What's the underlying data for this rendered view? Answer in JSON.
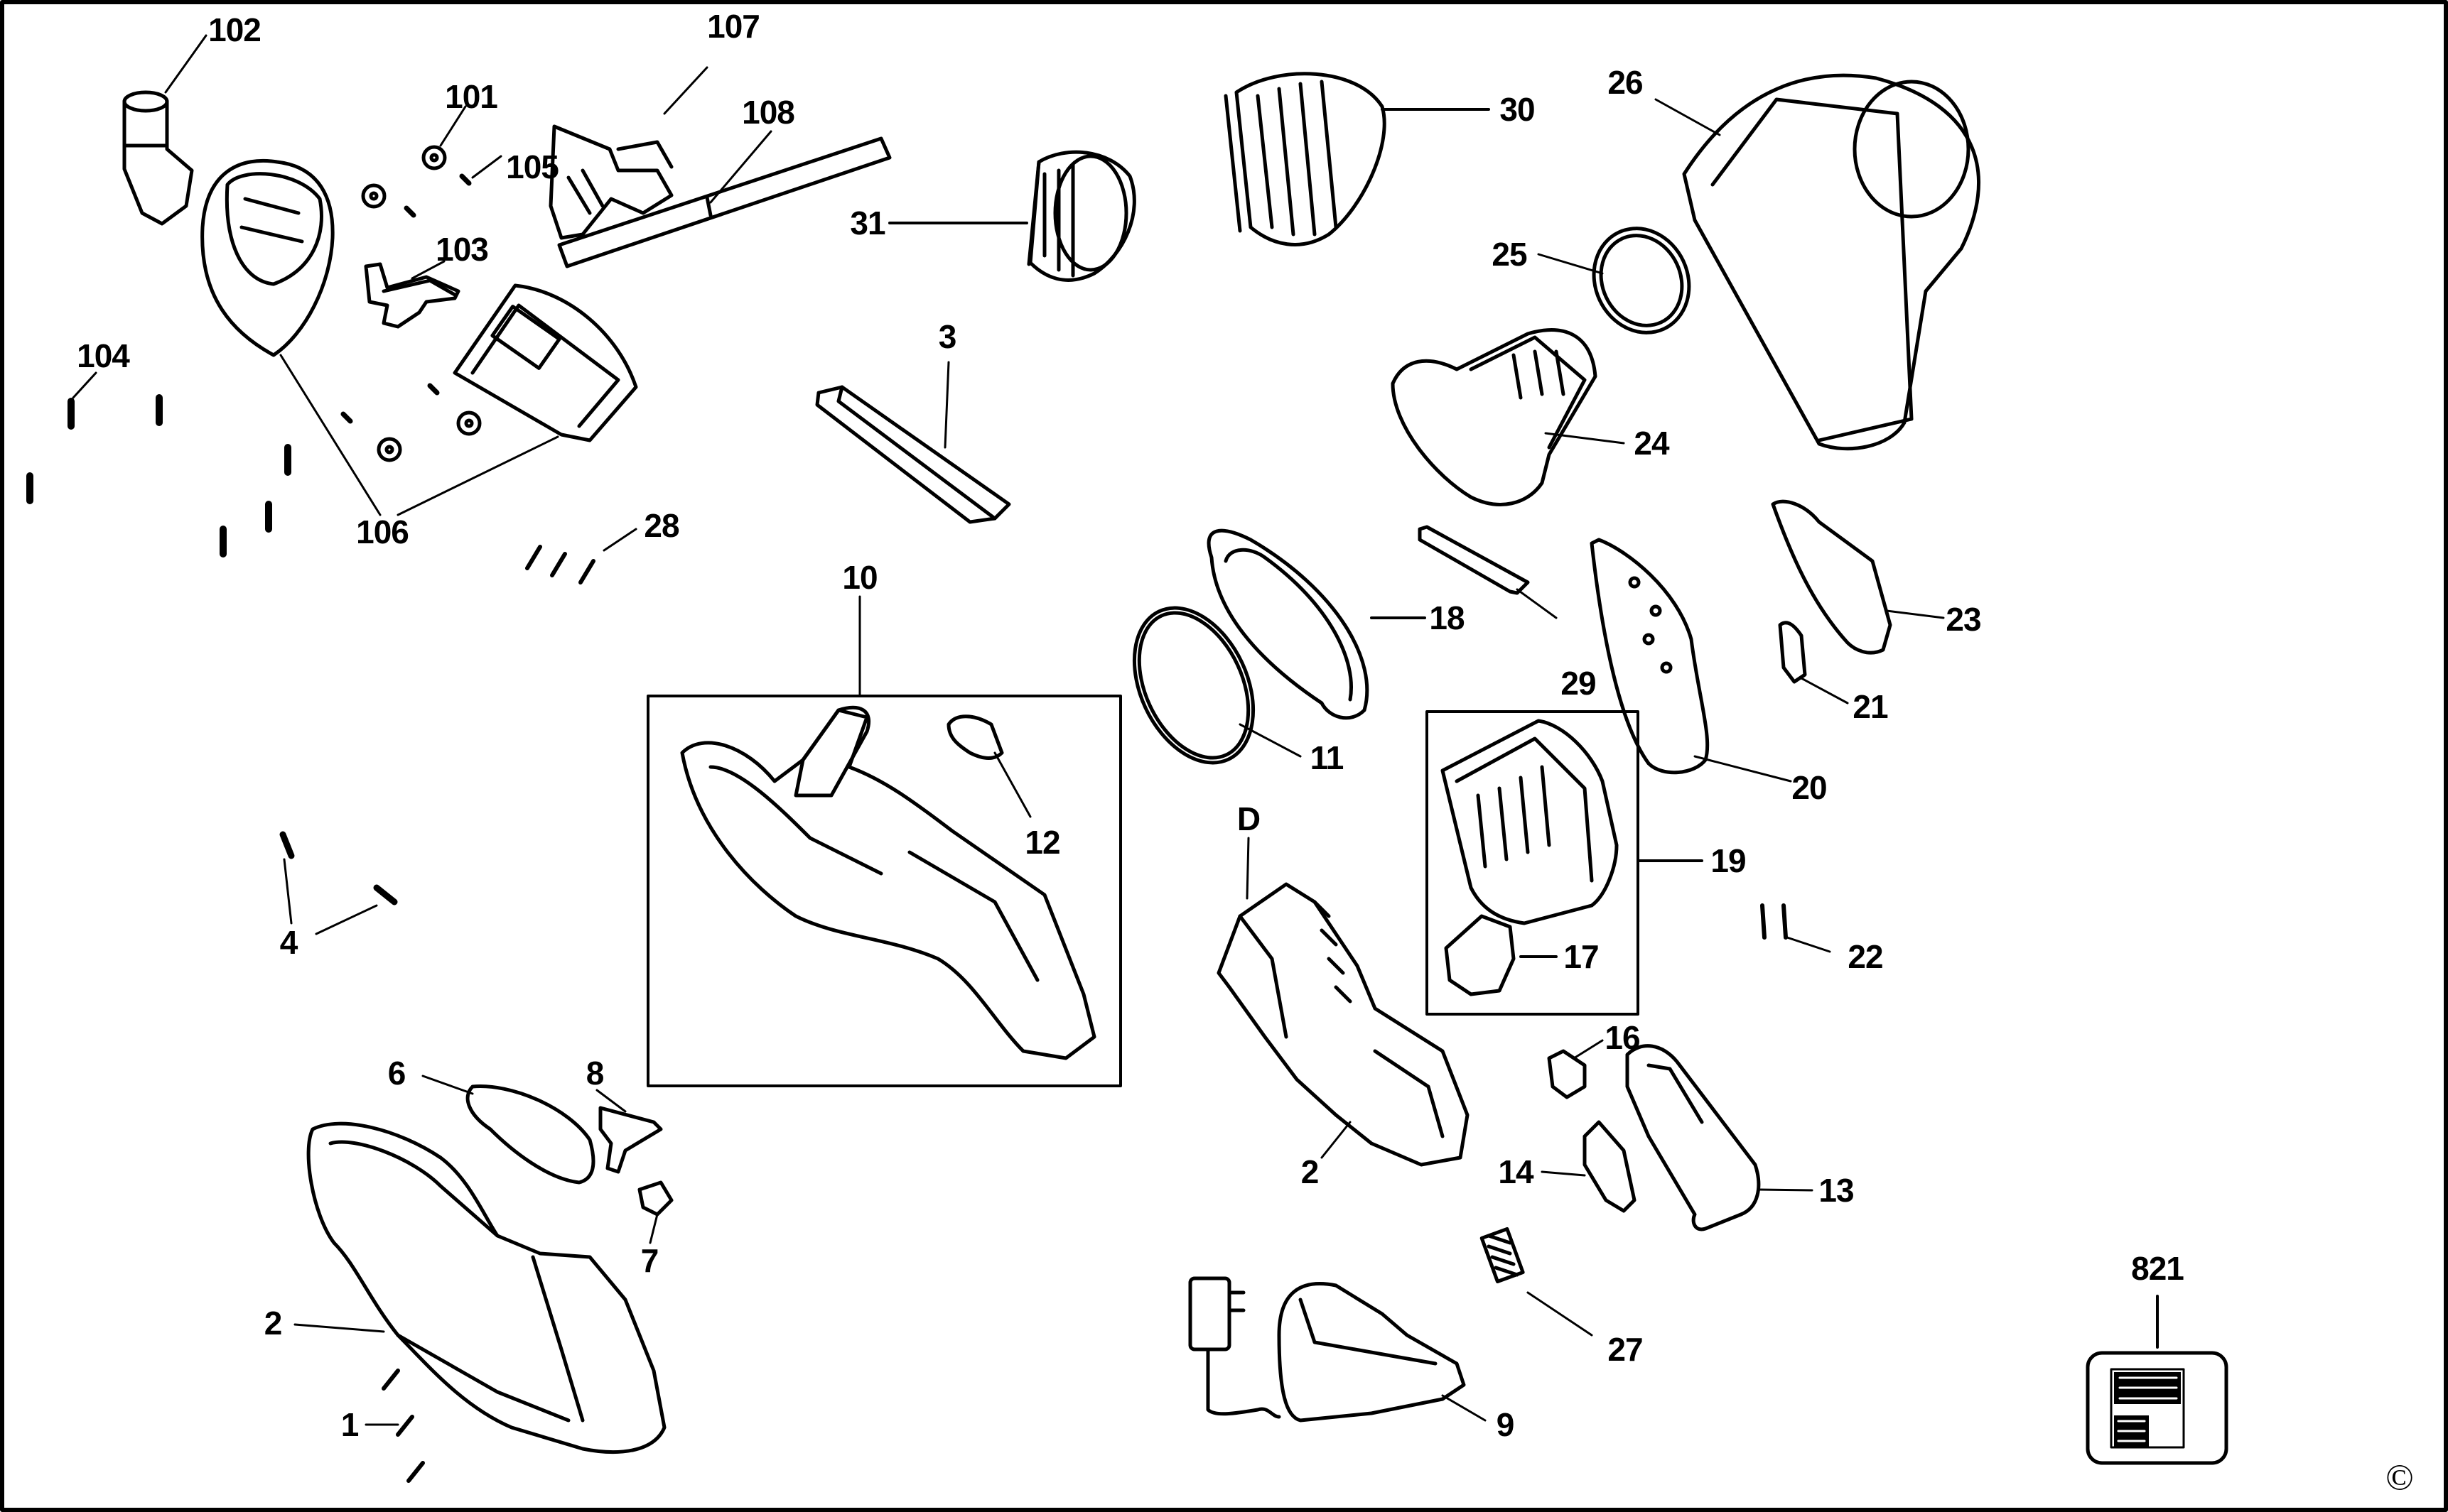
{
  "diagram": {
    "type": "exploded-parts-diagram",
    "subject": "handheld vacuum",
    "copyright_symbol": "©",
    "section_marker": "D",
    "part_labels": [
      {
        "id": "102",
        "text": "102",
        "part": "nozzle-elbow"
      },
      {
        "id": "107",
        "text": "107",
        "part": "brush-tool"
      },
      {
        "id": "101",
        "text": "101",
        "part": "washer"
      },
      {
        "id": "105",
        "text": "105",
        "part": "pin"
      },
      {
        "id": "108",
        "text": "108",
        "part": "crevice-strip"
      },
      {
        "id": "30",
        "text": "30",
        "part": "pleated-filter"
      },
      {
        "id": "26",
        "text": "26",
        "part": "dust-bowl"
      },
      {
        "id": "31",
        "text": "31",
        "part": "filter-cartridge"
      },
      {
        "id": "103",
        "text": "103",
        "part": "latch"
      },
      {
        "id": "25",
        "text": "25",
        "part": "o-ring"
      },
      {
        "id": "3",
        "text": "3",
        "part": "foam-strip"
      },
      {
        "id": "104",
        "text": "104",
        "part": "screws"
      },
      {
        "id": "24",
        "text": "24",
        "part": "motor-fan"
      },
      {
        "id": "106",
        "text": "106",
        "part": "head-housing"
      },
      {
        "id": "28",
        "text": "28",
        "part": "screws"
      },
      {
        "id": "10",
        "text": "10",
        "part": "motor-housing-assembly"
      },
      {
        "id": "18",
        "text": "18",
        "part": "ring-bracket"
      },
      {
        "id": "23",
        "text": "23",
        "part": "cover-plate"
      },
      {
        "id": "29",
        "text": "29",
        "part": "foam-pad"
      },
      {
        "id": "21",
        "text": "21",
        "part": "clip"
      },
      {
        "id": "11",
        "text": "11",
        "part": "seal-ring"
      },
      {
        "id": "20",
        "text": "20",
        "part": "rear-cover"
      },
      {
        "id": "12",
        "text": "12",
        "part": "switch"
      },
      {
        "id": "19",
        "text": "19",
        "part": "battery-pack-assembly"
      },
      {
        "id": "4",
        "text": "4",
        "part": "springs"
      },
      {
        "id": "17",
        "text": "17",
        "part": "terminal"
      },
      {
        "id": "22",
        "text": "22",
        "part": "screws"
      },
      {
        "id": "16",
        "text": "16",
        "part": "button"
      },
      {
        "id": "6",
        "text": "6",
        "part": "flap-valve"
      },
      {
        "id": "8",
        "text": "8",
        "part": "lever"
      },
      {
        "id": "2a",
        "text": "2",
        "part": "housing-half-right"
      },
      {
        "id": "14",
        "text": "14",
        "part": "switch-actuator"
      },
      {
        "id": "13",
        "text": "13",
        "part": "handle-cover"
      },
      {
        "id": "821",
        "text": "821",
        "part": "label-plate"
      },
      {
        "id": "7",
        "text": "7",
        "part": "catch"
      },
      {
        "id": "2b",
        "text": "2",
        "part": "housing-half-left"
      },
      {
        "id": "27",
        "text": "27",
        "part": "spring"
      },
      {
        "id": "1",
        "text": "1",
        "part": "screws"
      },
      {
        "id": "9",
        "text": "9",
        "part": "charger-base-and-adapter"
      }
    ]
  }
}
